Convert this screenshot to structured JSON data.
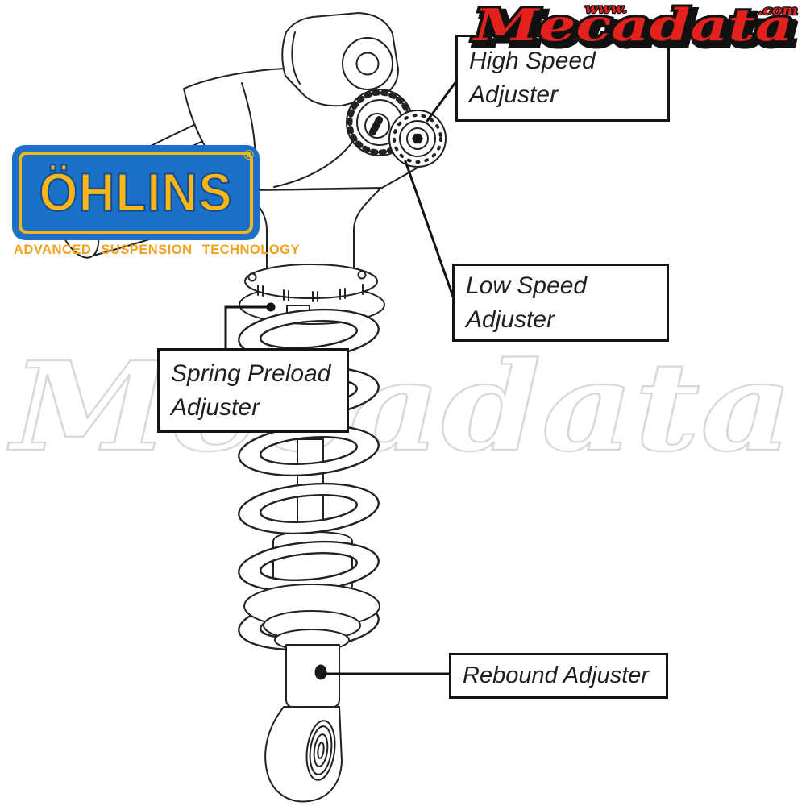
{
  "branding": {
    "ohlins": {
      "name": "ÖHLINS",
      "registered_mark": "®",
      "tagline": "ADVANCED SUSPENSION TECHNOLOGY",
      "panel_color": "#1d70c7",
      "letter_color": "#f9b616",
      "tagline_color": "#f2a11e"
    },
    "mecadata": {
      "prefix": "www.",
      "name": "Mecadata",
      "suffix": ".com",
      "color": "#e2201c"
    },
    "watermark": {
      "text": "Mecadata",
      "color": "#d8d8d8"
    }
  },
  "callouts": {
    "high_speed": {
      "lines": [
        "High Speed",
        "Adjuster"
      ]
    },
    "low_speed": {
      "lines": [
        "Low Speed",
        "Adjuster"
      ]
    },
    "spring_preload": {
      "lines": [
        "Spring Preload",
        "Adjuster"
      ]
    },
    "rebound": {
      "lines": [
        "Rebound Adjuster"
      ]
    }
  },
  "line_color": "#222222"
}
